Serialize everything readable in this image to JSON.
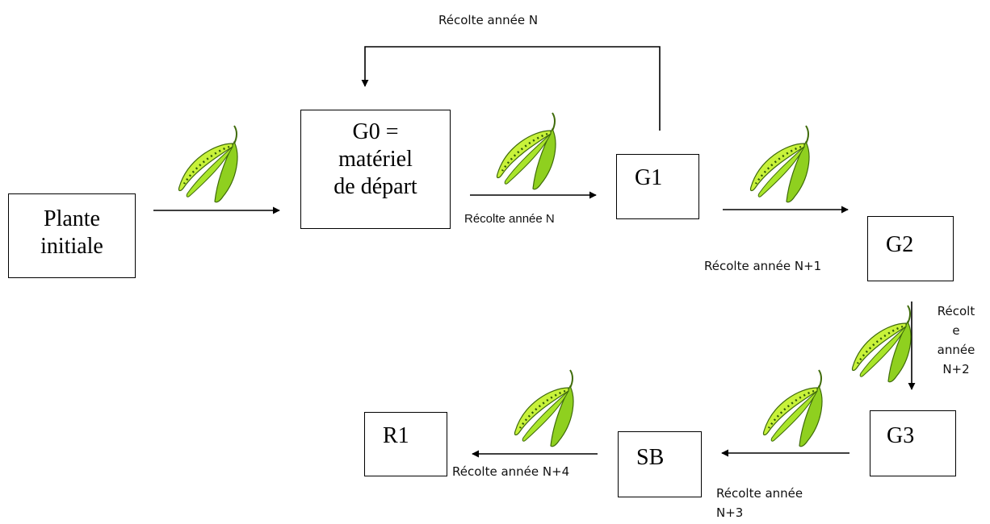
{
  "boxes": {
    "plante": [
      "Plante",
      "initiale"
    ],
    "g0": [
      "G0 =",
      "matériel",
      "de départ"
    ],
    "g1": "G1",
    "g2": "G2",
    "g3": "G3",
    "sb": "SB",
    "r1": "R1"
  },
  "labels": {
    "loop": "Récolte année N",
    "g0_g1": "Récolte année N",
    "g1_g2": "Récolte année N+1",
    "g2_g3": [
      "Récolt",
      "e",
      "année",
      "N+2"
    ],
    "g3_sb": [
      "Récolte année",
      "N+3"
    ],
    "sb_r1": "Récolte année N+4"
  },
  "colors": {
    "pod_light": "#c8f23a",
    "pod_dark": "#7cc41b",
    "pod_outline": "#3f6b0a",
    "line": "#000000"
  },
  "icons": [
    "pea-pod-icon"
  ]
}
